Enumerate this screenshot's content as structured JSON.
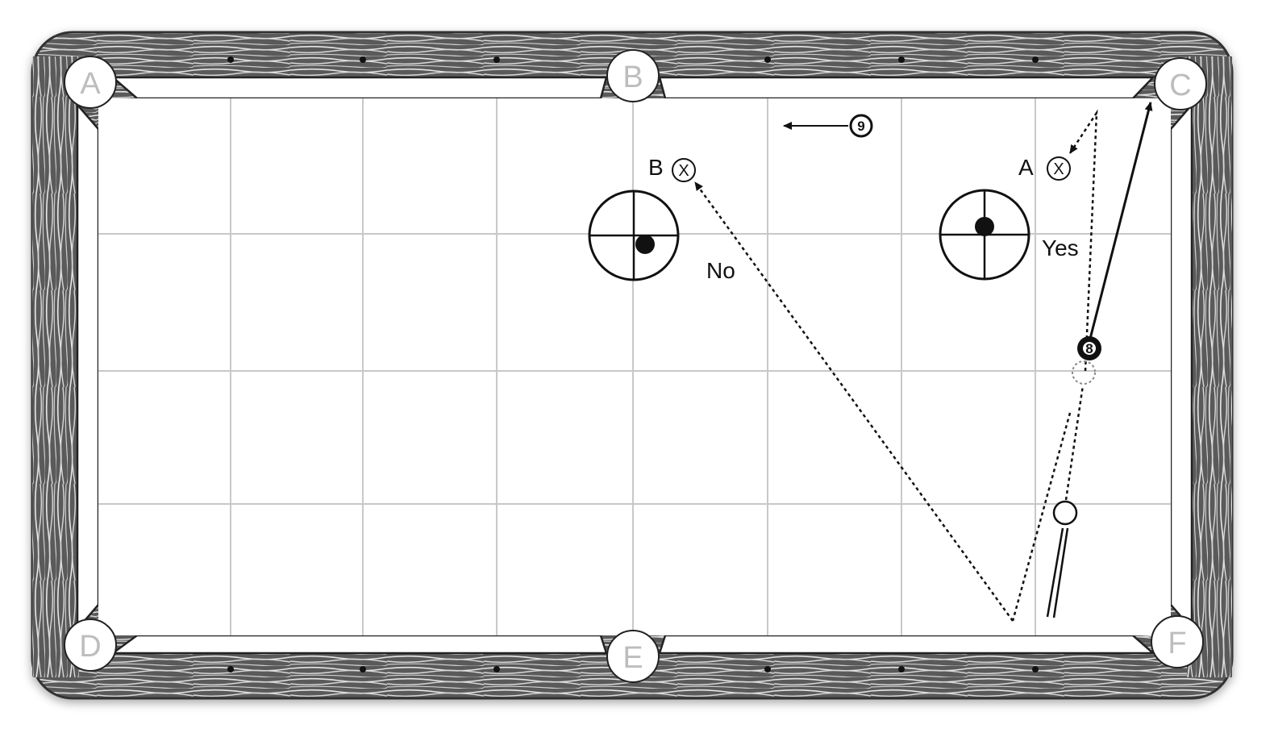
{
  "diagram": {
    "pockets": [
      {
        "id": "A",
        "label": "A"
      },
      {
        "id": "B",
        "label": "B"
      },
      {
        "id": "C",
        "label": "C"
      },
      {
        "id": "D",
        "label": "D"
      },
      {
        "id": "E",
        "label": "E"
      },
      {
        "id": "F",
        "label": "F"
      }
    ],
    "target_labels": {
      "a": "A",
      "b": "B"
    },
    "target_mark": "X",
    "verdicts": {
      "no": "No",
      "yes": "Yes"
    },
    "balls": {
      "nine": "9",
      "object": "8"
    },
    "colors": {
      "rail": "#4a4a4a",
      "cloth": "#ffffff",
      "grid": "#c8c8c8",
      "pocket_letter": "#bdbdbd",
      "ink": "#111111"
    }
  }
}
